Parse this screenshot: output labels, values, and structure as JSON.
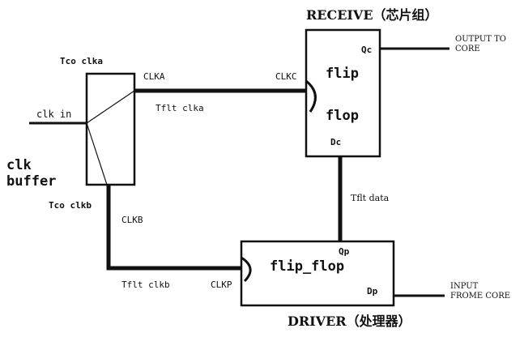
{
  "receive_title": "RECEIVE（芯片组）",
  "driver_title": "DRIVER（处理器）",
  "clk_buffer": {
    "line1": "clk",
    "line2": "buffer"
  },
  "tco_clka": "Tco clka",
  "tco_clkb": "Tco clkb",
  "clk_in": "clk in",
  "clka": "CLKA",
  "clkb": "CLKB",
  "clkc": "CLKC",
  "clkp": "CLKP",
  "tflt_clka": "Tflt clka",
  "tflt_clkb": "Tflt clkb",
  "tflt_data": "Tflt data",
  "receive_ff": {
    "line1": "flip",
    "line2": "flop",
    "q": "Qc",
    "d": "Dc"
  },
  "driver_ff": {
    "name": "flip_flop",
    "q": "Qp",
    "d": "Dp"
  },
  "output": {
    "line1": "OUTPUT TO",
    "line2": "CORE"
  },
  "input": {
    "line1": "INPUT",
    "line2": "FROME CORE"
  }
}
